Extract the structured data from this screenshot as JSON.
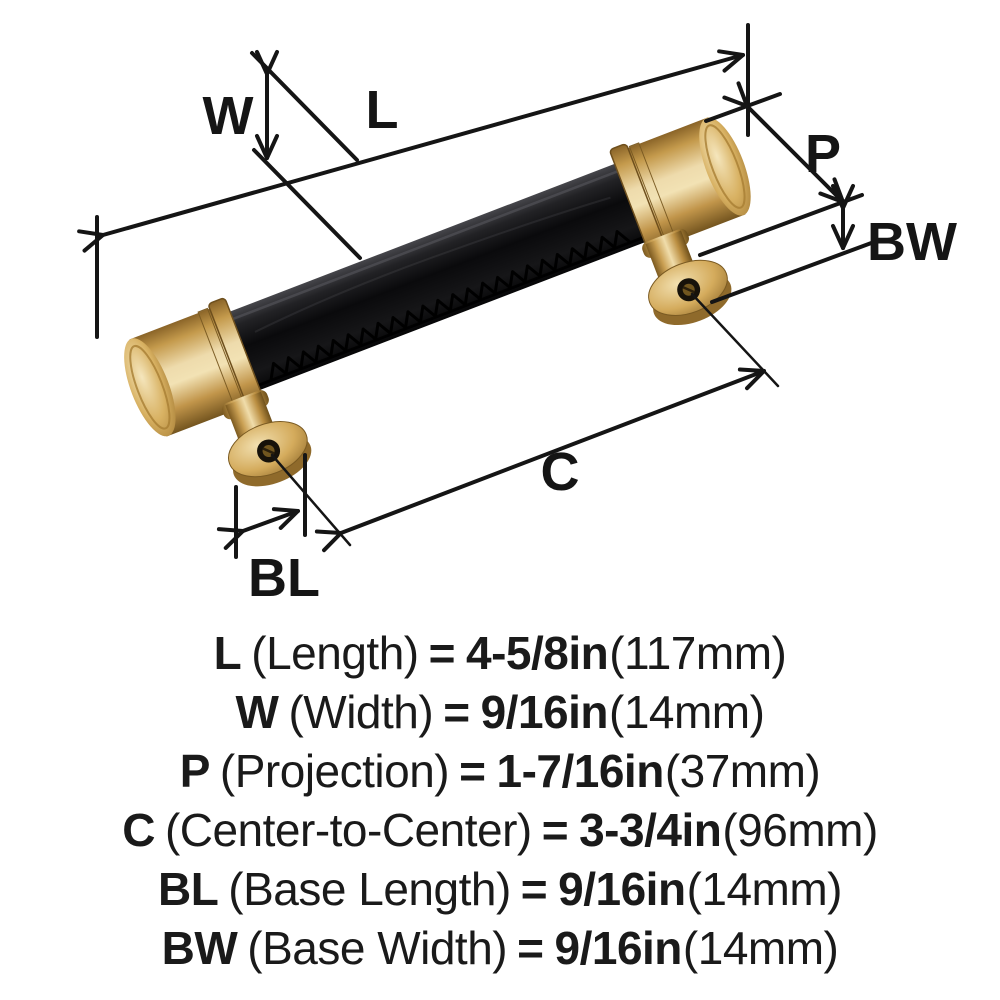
{
  "diagram": {
    "dim_labels": {
      "L": "L",
      "W": "W",
      "P": "P",
      "C": "C",
      "BL": "BL",
      "BW": "BW"
    }
  },
  "specs": [
    {
      "symbol": "L",
      "name": "(Length)",
      "equals": "=",
      "value": "4-5/8in",
      "metric": "(117mm)"
    },
    {
      "symbol": "W",
      "name": "(Width)",
      "equals": "=",
      "value": "9/16in",
      "metric": "(14mm)"
    },
    {
      "symbol": "P",
      "name": "(Projection)",
      "equals": "=",
      "value": "1-7/16in",
      "metric": "(37mm)"
    },
    {
      "symbol": "C",
      "name": "(Center-to-Center)",
      "equals": "=",
      "value": "3-3/4in",
      "metric": "(96mm)"
    },
    {
      "symbol": "BL",
      "name": "(Base Length)",
      "equals": "=",
      "value": "9/16in",
      "metric": "(14mm)"
    },
    {
      "symbol": "BW",
      "name": "(Base Width)",
      "equals": "=",
      "value": "9/16in",
      "metric": "(14mm)"
    }
  ],
  "colors": {
    "background": "#ffffff",
    "line": "#151515",
    "brass": "#c9a254",
    "brass_highlight": "#f2e2b4",
    "brass_shadow": "#7d5c22",
    "leather": "#0b0b0d"
  }
}
